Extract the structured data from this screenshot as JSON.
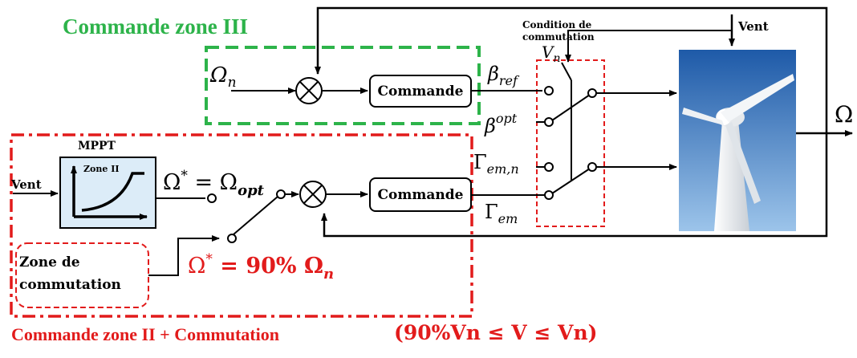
{
  "zone3_title": "Commande zone III",
  "zone2_title": "Commande zone II + Commutation",
  "zone2_condition": "(90%Vn ≤ V ≤ Vn)",
  "switch_condition_line1": "Condition de",
  "switch_condition_line2": "commutation",
  "switch_vn": "Vn",
  "vent_top": "Vent",
  "vent_left": "Vent",
  "omega_n_input": "Ωn",
  "commande_top": "Commande",
  "commande_bottom": "Commande",
  "beta_ref": "βref",
  "beta_opt": "βopt",
  "gamma_em_n": "Γem,n",
  "gamma_em": "Γem",
  "omega_out": "Ω",
  "mppt_label": "MPPT",
  "mppt_zone": "Zone II",
  "omega_star_opt": "Ω* = Ωopt",
  "zone_commutation_line1": "Zone de",
  "zone_commutation_line2": "commutation",
  "omega_star_90": "Ω* = 90% Ωn",
  "colors": {
    "green_dash": "#2db34a",
    "red_dash": "#e21b1b",
    "mppt_fill": "#dcecf8",
    "sky_top": "#1e5aa8",
    "sky_bottom": "#9cc4ea"
  }
}
